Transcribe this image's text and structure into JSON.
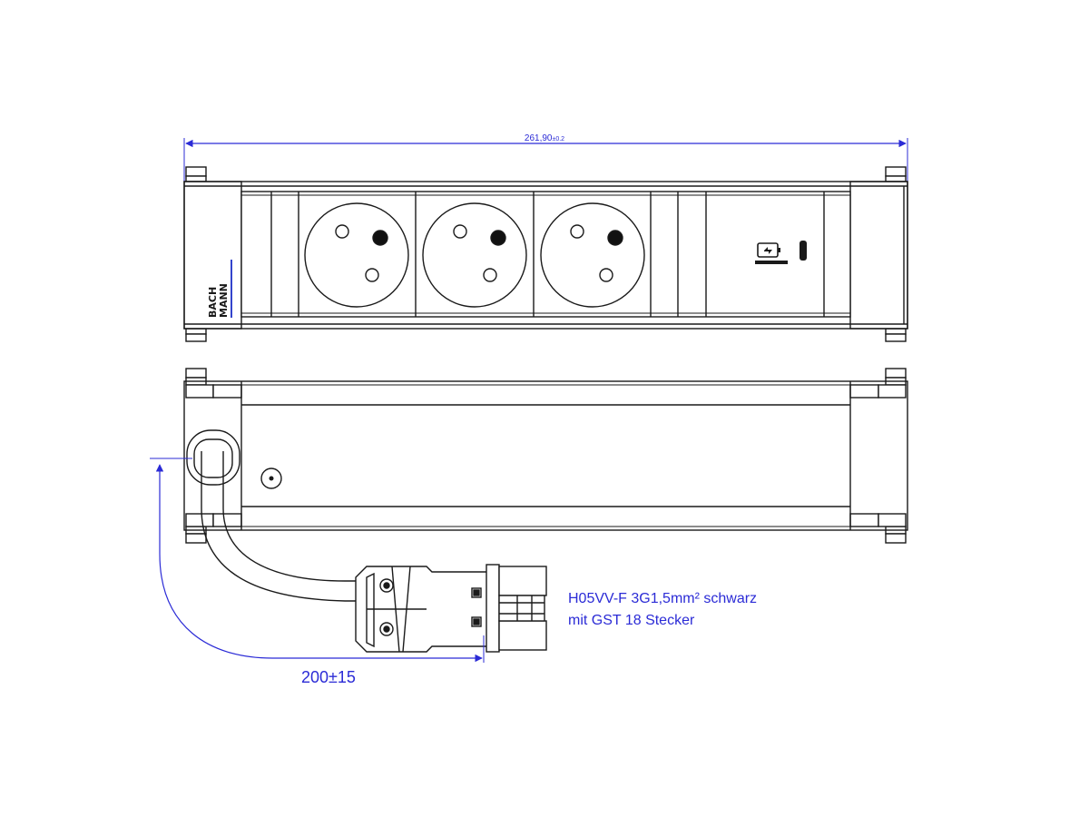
{
  "dimensions": {
    "overall_width": "261,90",
    "overall_width_tolerance": "±0.2",
    "cable_length": "200±15"
  },
  "cable_note": {
    "line1": "H05VV-F 3G1,5mm² schwarz",
    "line2": "mit GST 18 Stecker"
  },
  "brand": {
    "line1": "BACH",
    "line2": "MANN"
  },
  "colors": {
    "outline": "#1a1a1a",
    "dimension": "#2b2bd6",
    "panel_fill": "#ffffff",
    "brand_url_color": "#3344cc"
  },
  "icons": {
    "socket": "french-type-e-socket",
    "usb": "usb-charger-module"
  }
}
